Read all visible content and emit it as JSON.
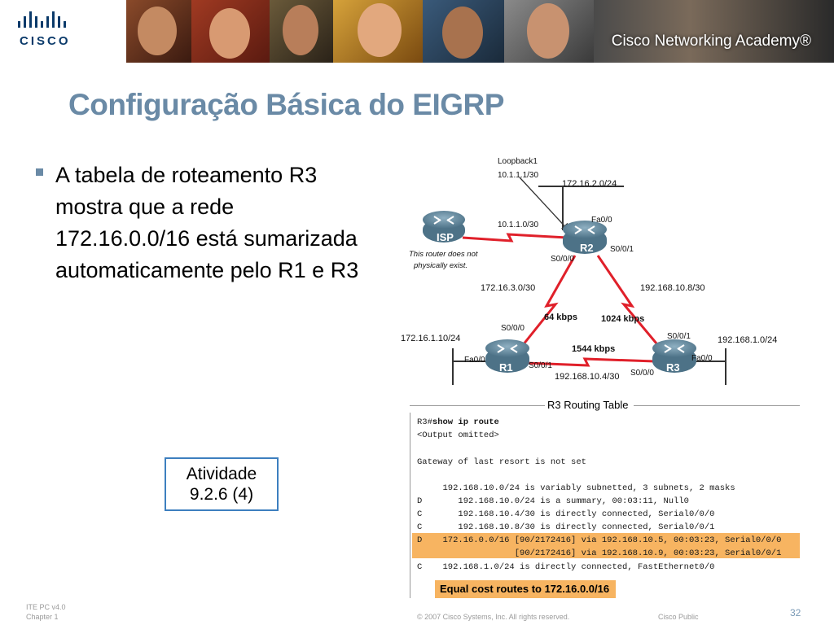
{
  "banner": {
    "logo_text": "CISCO",
    "academy_text": "Cisco Networking Academy®"
  },
  "slide": {
    "title": "Configuração Básica do EIGRP",
    "bullet": "A tabela de roteamento R3 mostra que a rede 172.16.0.0/16 está sumarizada automaticamente pelo R1 e R3",
    "activity_line1": "Atividade",
    "activity_line2": "9.2.6 (4)"
  },
  "diagram": {
    "loopback_label": "Loopback1",
    "loopback_addr": "10.1.1.1/30",
    "isp_label": "ISP",
    "isp_link": "10.1.1.0/30",
    "isp_note_line1": "This router does not",
    "isp_note_line2": "physically exist.",
    "r2_label": "R2",
    "r2_lan": "172.16.2.0/24",
    "r2_fa": "Fa0/0",
    "r2_s000": "S0/0/0",
    "r2_s001": "S0/0/1",
    "link_r1r2_net": "172.16.3.0/30",
    "link_r2r3_net": "192.168.10.8/30",
    "link_r1r2_bw": "64 kbps",
    "link_r2r3_bw": "1024 kbps",
    "r1_label": "R1",
    "r1_lan": "172.16.1.10/24",
    "r1_fa": "Fa0/0",
    "r1_s000": "S0/0/0",
    "r1_s001": "S0/0/1",
    "link_r1r3_bw": "1544 kbps",
    "link_r1r3_net": "192.168.10.4/30",
    "r3_label": "R3",
    "r3_lan": "192.168.1.0/24",
    "r3_fa": "Fa0/0",
    "r3_s000": "S0/0/0",
    "r3_s001": "S0/0/1",
    "colors": {
      "link": "#e0202a",
      "router": "#5a7d92",
      "lan": "#333333"
    }
  },
  "routing_table": {
    "title": "R3 Routing Table",
    "prompt": "R3#",
    "command": "show ip route",
    "lines": [
      "<Output omitted>",
      "",
      "Gateway of last resort is not set",
      "",
      "     192.168.10.0/24 is variably subnetted, 3 subnets, 2 masks",
      "D       192.168.10.0/24 is a summary, 00:03:11, Null0",
      "C       192.168.10.4/30 is directly connected, Serial0/0/0",
      "C       192.168.10.8/30 is directly connected, Serial0/0/1",
      "D    172.16.0.0/16 [90/2172416] via 192.168.10.5, 00:03:23, Serial0/0/0",
      "                   [90/2172416] via 192.168.10.9, 00:03:23, Serial0/0/1",
      "C    192.168.1.0/24 is directly connected, FastEthernet0/0"
    ],
    "equal_cost": "Equal cost routes to 172.16.0.0/16",
    "highlight_color": "#f7b461"
  },
  "footer": {
    "course": "ITE PC v4.0",
    "chapter": "Chapter 1",
    "copyright": "© 2007 Cisco Systems, Inc. All rights reserved.",
    "classification": "Cisco Public",
    "page": "32"
  }
}
